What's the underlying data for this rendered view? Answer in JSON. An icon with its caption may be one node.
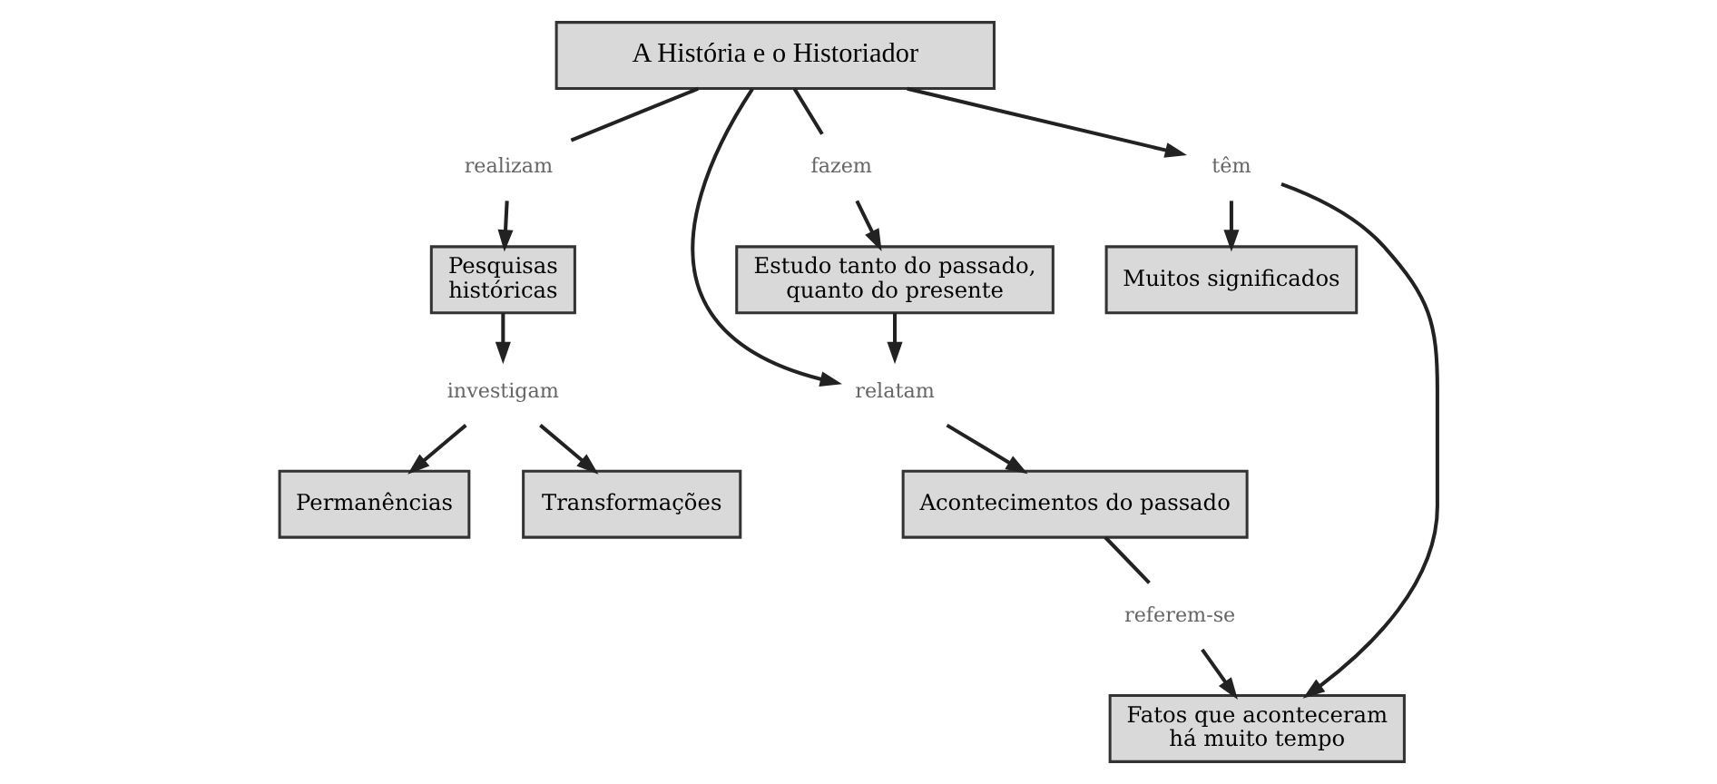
{
  "diagram": {
    "nodes": [
      {
        "text": [
          "A História e o Historiador"
        ]
      },
      {
        "text": [
          "fazem"
        ]
      },
      {
        "text": [
          "realizam"
        ]
      },
      {
        "text": [
          "Estudo tanto do passado, quanto do presente"
        ]
      },
      {
        "text": [
          "Pesquisas históricas"
        ]
      },
      {
        "text": [
          "relatam"
        ]
      },
      {
        "text": [
          "têm"
        ]
      },
      {
        "text": [
          "investigam"
        ]
      },
      {
        "text": [
          "Acontecimentos do passado"
        ]
      },
      {
        "text": [
          "Transformações"
        ]
      },
      {
        "text": [
          "Permanências"
        ]
      },
      {
        "text": [
          "referem-se"
        ]
      },
      {
        "text": [
          "Fatos que aconteceram há muito tempo"
        ]
      },
      {
        "text": [
          "Muitos significados"
        ]
      }
    ],
    "edges": [
      {
        "from": 0,
        "to": 1,
        "arrow": "none"
      },
      {
        "from": 1,
        "to": 3,
        "arrow": "to"
      },
      {
        "from": 0,
        "to": 2,
        "arrow": "none"
      },
      {
        "from": 2,
        "to": 4,
        "arrow": "to"
      },
      {
        "from": 0,
        "to": 5,
        "arrow": "to"
      },
      {
        "from": 3,
        "to": 5,
        "arrow": "to"
      },
      {
        "from": 5,
        "to": 8,
        "arrow": "to"
      },
      {
        "from": 0,
        "to": 6,
        "arrow": "to"
      },
      {
        "from": 6,
        "to": 12,
        "arrow": "to"
      },
      {
        "from": 6,
        "to": 13,
        "arrow": "to"
      },
      {
        "from": 4,
        "to": 7,
        "arrow": "to"
      },
      {
        "from": 7,
        "to": 9,
        "arrow": "to"
      },
      {
        "from": 7,
        "to": 10,
        "arrow": "to"
      },
      {
        "from": 8,
        "to": 11,
        "arrow": "none"
      },
      {
        "from": 11,
        "to": 12,
        "arrow": "to"
      }
    ]
  }
}
